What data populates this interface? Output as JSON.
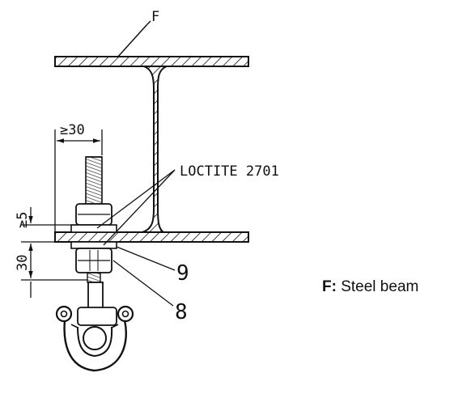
{
  "labels": {
    "beam_letter": "F",
    "loctite": "LOCTITE 2701",
    "part_9": "9",
    "part_8": "8",
    "dim_bolt": "≥30",
    "dim_thread": "≥5",
    "dim_nut": "30"
  },
  "legend": {
    "key": "F:",
    "text": "Steel beam"
  }
}
